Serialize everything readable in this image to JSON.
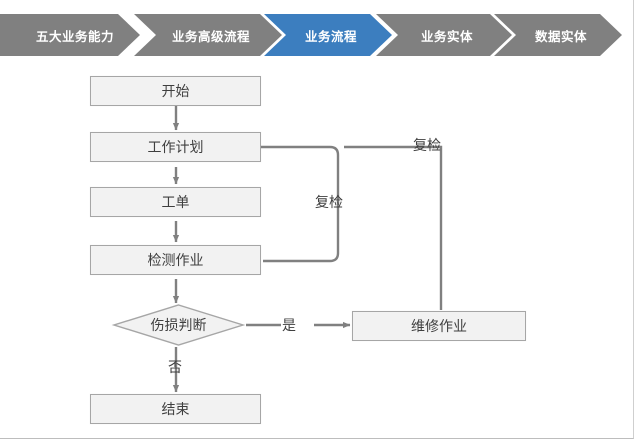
{
  "breadcrumb": {
    "active_color": "#3C7EBF",
    "inactive_color": "#808080",
    "items": [
      {
        "label": "五大业务能力",
        "active": false
      },
      {
        "label": "业务高级流程",
        "active": false
      },
      {
        "label": "业务流程",
        "active": true
      },
      {
        "label": "业务实体",
        "active": false
      },
      {
        "label": "数据实体",
        "active": false
      }
    ]
  },
  "flowchart": {
    "type": "flowchart",
    "node_fill": "#F2F2F2",
    "node_border": "#A6A6A6",
    "connector_color": "#808080",
    "nodes": [
      {
        "id": "start",
        "label": "开始",
        "shape": "rect"
      },
      {
        "id": "plan",
        "label": "工作计划",
        "shape": "rect"
      },
      {
        "id": "order",
        "label": "工单",
        "shape": "rect"
      },
      {
        "id": "inspect",
        "label": "检测作业",
        "shape": "rect"
      },
      {
        "id": "decide",
        "label": "伤损判断",
        "shape": "diamond"
      },
      {
        "id": "repair",
        "label": "维修作业",
        "shape": "rect"
      },
      {
        "id": "end",
        "label": "结束",
        "shape": "rect"
      }
    ],
    "edges": [
      {
        "from": "start",
        "to": "plan",
        "label": ""
      },
      {
        "from": "plan",
        "to": "order",
        "label": ""
      },
      {
        "from": "order",
        "to": "inspect",
        "label": ""
      },
      {
        "from": "inspect",
        "to": "decide",
        "label": ""
      },
      {
        "from": "decide",
        "to": "repair",
        "label": "是"
      },
      {
        "from": "decide",
        "to": "end",
        "label": "否"
      },
      {
        "from": "inspect",
        "to": "plan",
        "label": "复检"
      },
      {
        "from": "repair",
        "to": "plan",
        "label": "复检"
      }
    ],
    "edge_labels": {
      "yes": "是",
      "no": "否",
      "recheck_inner": "复检",
      "recheck_outer": "复检"
    }
  }
}
